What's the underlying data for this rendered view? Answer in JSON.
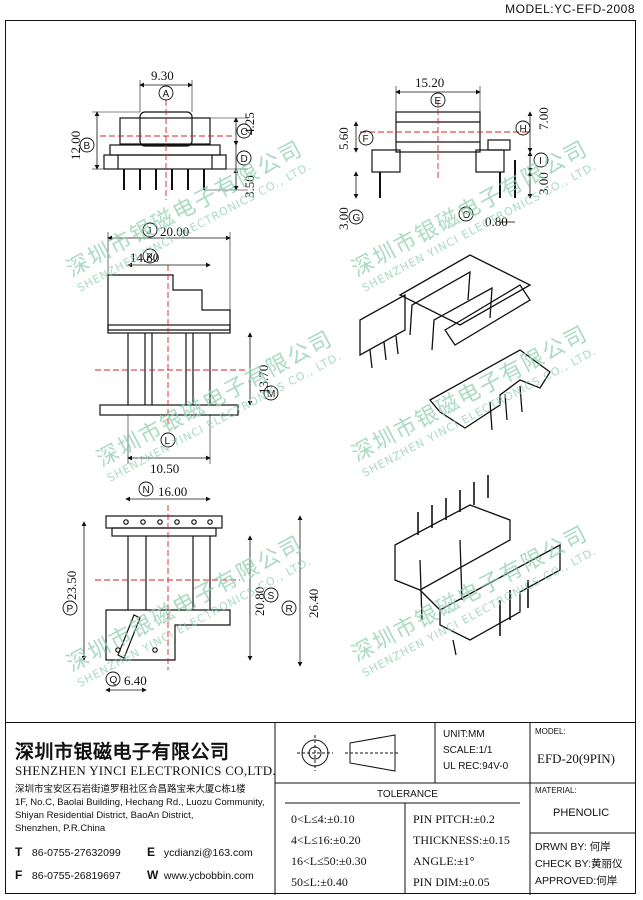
{
  "header": {
    "model": "MODEL:YC-EFD-2008"
  },
  "dimensions": {
    "a_930": "9.30",
    "b_1200": "12.00",
    "c_425": "4.25",
    "d_350": "3.50",
    "e_1520": "15.20",
    "f_560": "5.60",
    "h_700": "7.00",
    "i_300": "3.00",
    "g_300": "3.00",
    "o_080": "0.80",
    "j_2000": "20.00",
    "k_1480": "14.80",
    "m_1370": "13.70",
    "l_1050": "10.50",
    "n_1600": "16.00",
    "p_2350": "23.50",
    "s_2080": "20.80",
    "r_2640": "26.40",
    "q_640": "6.40"
  },
  "callouts": [
    "A",
    "B",
    "C",
    "D",
    "E",
    "F",
    "H",
    "I",
    "G",
    "O",
    "J",
    "K",
    "M",
    "L",
    "N",
    "P",
    "S",
    "R",
    "Q"
  ],
  "watermark": {
    "cn": "深圳市银磁电子有限公司",
    "en": "SHENZHEN YINCI ELECTRONICS CO., LTD."
  },
  "title_block": {
    "company_cn": "深圳市银磁电子有限公司",
    "company_en": "SHENZHEN YINCI ELECTRONICS CO,LTD.",
    "address_lines": [
      "深圳市宝安区石岩街道罗租社区合昌路宝来大厦C栋1楼",
      "1F, No.C, Baolai Building, Hechang Rd., Luozu Community,",
      "Shiyan Residential District, BaoAn District,",
      "Shenzhen, P.R.China"
    ],
    "contacts": {
      "tel_key": "T",
      "tel": "86-0755-27632099",
      "fax_key": "F",
      "fax": "86-0755-26819697",
      "email_key": "E",
      "email": "ycdianzi@163.com",
      "web_key": "W",
      "web": "www.ycbobbin.com"
    },
    "unit": "UNIT:MM",
    "scale": "SCALE:1/1",
    "ul": "UL REC:94V-0",
    "model_label": "MODEL:",
    "model_value": "EFD-20(9PIN)",
    "material_label": "MATERIAL:",
    "material_value": "PHENOLIC",
    "tolerance_title": "TOLERANCE",
    "tolerances_left": [
      "0<L≤4:±0.10",
      "4<L≤16:±0.20",
      "16<L≤50:±0.30",
      "50≤L:±0.40"
    ],
    "tolerances_right": [
      "PIN PITCH:±0.2",
      "THICKNESS:±0.15",
      "ANGLE:±1°",
      "PIN DIM:±0.05"
    ],
    "drawn_by": "DRWN BY: 何岸",
    "check_by": "CHECK BY:黄丽仪",
    "approved": "APPROVED:何岸"
  }
}
